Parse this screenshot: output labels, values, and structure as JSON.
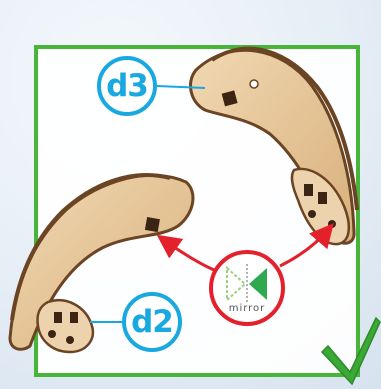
{
  "labels": {
    "part_top": "d3",
    "part_bottom": "d2",
    "mirror": "mirror"
  },
  "icons": {
    "mirror": "mirror-triangles-icon",
    "check": "checkmark-icon"
  },
  "colors": {
    "frame": "#47b638",
    "callout": "#19a8e0",
    "arrow": "#e3202b",
    "check": "#3aa935",
    "wood": "#e7c79c",
    "wood_edge": "#6b4424"
  }
}
